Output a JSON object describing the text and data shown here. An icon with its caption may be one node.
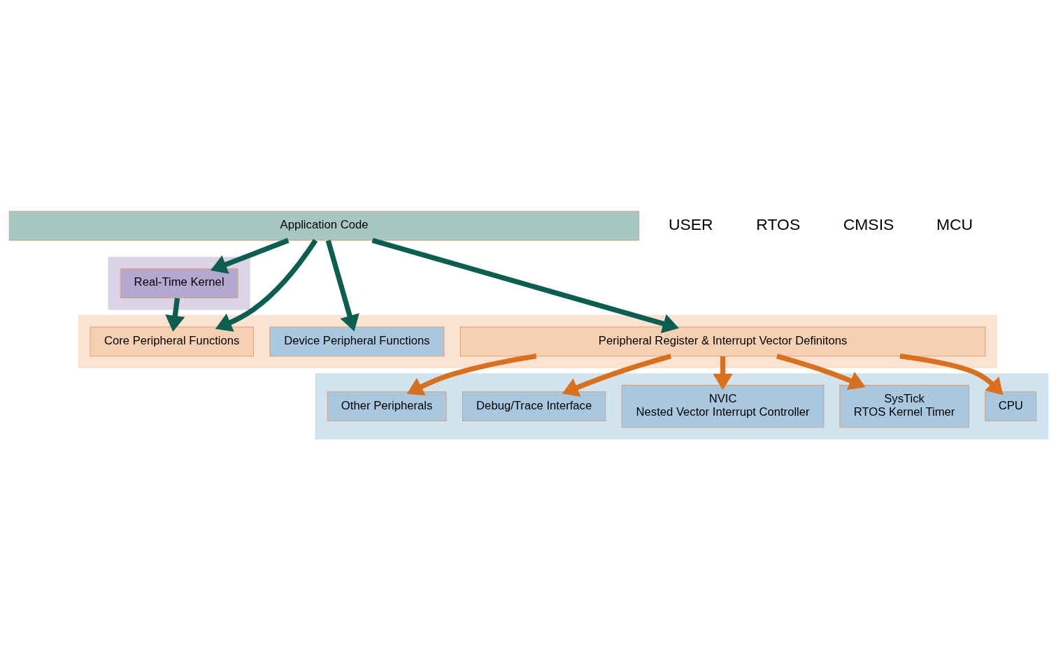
{
  "diagram": {
    "nodes": [
      {
        "text": [
          "Application Code"
        ]
      },
      {
        "text": [],
        "shape": "box"
      },
      {
        "text": [
          "Real-Time Kernel"
        ],
        "in": 1
      },
      {
        "text": [],
        "shape": "box"
      },
      {
        "text": [
          "Core Peripheral Functions"
        ],
        "in": 3
      },
      {
        "text": [
          "Device Peripheral Functions"
        ],
        "in": 3
      },
      {
        "text": [
          "Peripheral Register & Interrupt Vector Definitons"
        ],
        "in": 3
      },
      {
        "text": [],
        "shape": "box"
      },
      {
        "text": [
          "CPU"
        ],
        "in": 7
      },
      {
        "text": [
          "SysTick",
          "RTOS Kernel Timer"
        ],
        "in": 7
      },
      {
        "text": [
          "NVIC",
          "Nested Vector Interrupt Controller"
        ],
        "in": 7
      },
      {
        "text": [
          "Debug/Trace Interface"
        ],
        "in": 7
      },
      {
        "text": [
          "Other Peripherals"
        ],
        "in": 7
      }
    ],
    "edges": [
      {
        "from": 0,
        "to": 6,
        "arrow": "to",
        "color": "#0b5e50"
      },
      {
        "from": 0,
        "to": 4,
        "arrow": "to",
        "color": "#0b5e50"
      },
      {
        "from": 0,
        "to": 2,
        "arrow": "to",
        "color": "#0b5e50"
      },
      {
        "from": 2,
        "to": 4,
        "arrow": "to",
        "color": "#0b5e50"
      },
      {
        "from": 0,
        "to": 5,
        "arrow": "to",
        "color": "#0b5e50"
      },
      {
        "from": 6,
        "to": 8,
        "arrow": "to",
        "color": "#d9701e"
      },
      {
        "from": 6,
        "to": 9,
        "arrow": "to",
        "color": "#d9701e"
      },
      {
        "from": 6,
        "to": 10,
        "arrow": "to",
        "color": "#d9701e"
      },
      {
        "from": 6,
        "to": 11,
        "arrow": "to",
        "color": "#d9701e"
      },
      {
        "from": 6,
        "to": 12,
        "arrow": "to",
        "color": "#d9701e"
      }
    ],
    "labels": [
      "USER",
      "RTOS",
      "CMSIS",
      "MCU"
    ]
  }
}
